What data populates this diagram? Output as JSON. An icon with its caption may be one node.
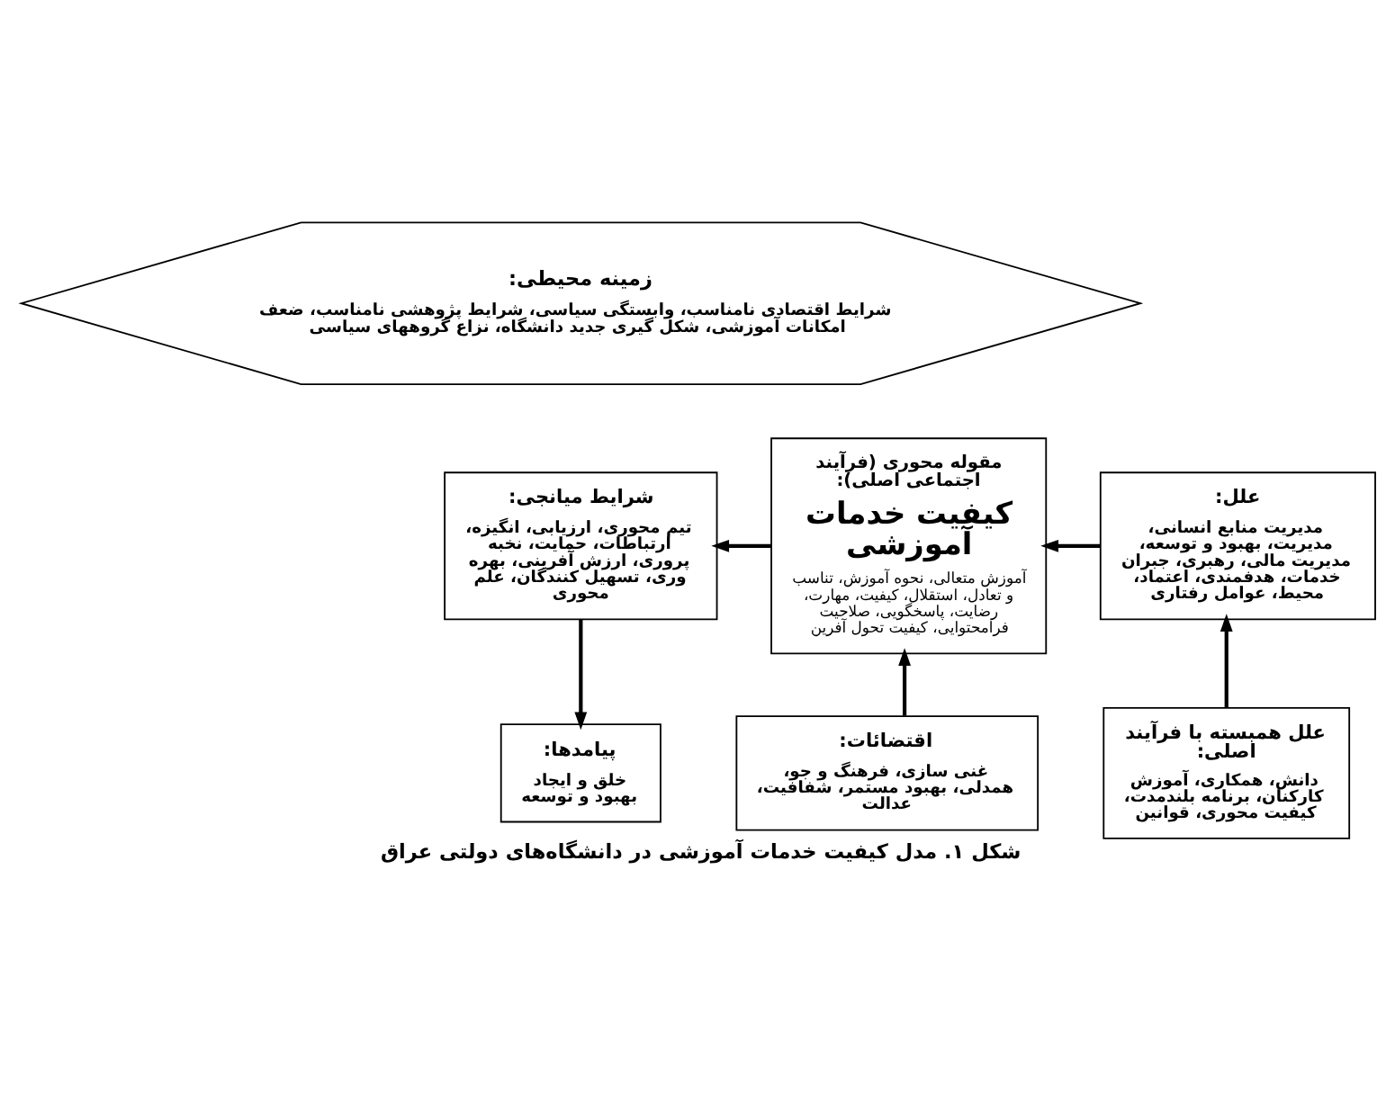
{
  "diagram": {
    "caption": "شکل ۱. مدل کیفیت خدمات آموزشی در دانشگاه‌های دولتی عراق",
    "nodes": [
      {
        "text": [
          "زمینه محیطی:",
          "شرایط اقتصادی نامناسب، وابستگی سیاسی، شرایط پژوهشی نامناسب، ضعف امکانات آموزشی، شکل گیری جدید دانشگاه، نزاع گروههای سیاسی"
        ]
      },
      {
        "text": [
          "علل:",
          "مدیریت منابع انسانی، مدیریت، بهبود و توسعه، مدیریت مالی، رهبری، جبران خدمات، هدفمندی، اعتماد، محیط، عوامل رفتاری"
        ]
      },
      {
        "text": [
          "مقوله محوری (فرآیند اجتماعی اصلی):",
          "کیفیت خدمات آموزشی",
          "آموزش متعالی، نحوه آموزش، تناسب و تعادل، استقلال، کیفیت، مهارت، رضایت، پاسخگویی، صلاحیت فرامحتوایی، کیفیت تحول آفرین"
        ]
      },
      {
        "text": [
          "شرایط میانجی:",
          "تیم محوری، ارزیابی، انگیزه، ارتباطات، حمایت، نخبه پروری، ارزش آفرینی، بهره وری، تسهیل کنندگان، علم محوری"
        ]
      },
      {
        "text": [
          "علل همبسته با فرآیند اصلی:",
          "دانش، همکاری، آموزش کارکنان، برنامه بلندمدت، کیفیت محوری، قوانین"
        ]
      },
      {
        "text": [
          "اقتضائات:",
          "غنی سازی، فرهنگ و جو، همدلی، بهبود مستمر، شفافیت، عدالت"
        ]
      },
      {
        "text": [
          "پیامدها:",
          "خلق و ایجاد بهبود و توسعه"
        ]
      }
    ],
    "edges": [
      {
        "from": 1,
        "to": 2,
        "arrow": "to"
      },
      {
        "from": 5,
        "to": 2,
        "arrow": "to"
      },
      {
        "from": 2,
        "to": 3,
        "arrow": "to"
      },
      {
        "from": 3,
        "to": 6,
        "arrow": "to"
      },
      {
        "from": 4,
        "to": 1,
        "arrow": "to"
      }
    ]
  }
}
